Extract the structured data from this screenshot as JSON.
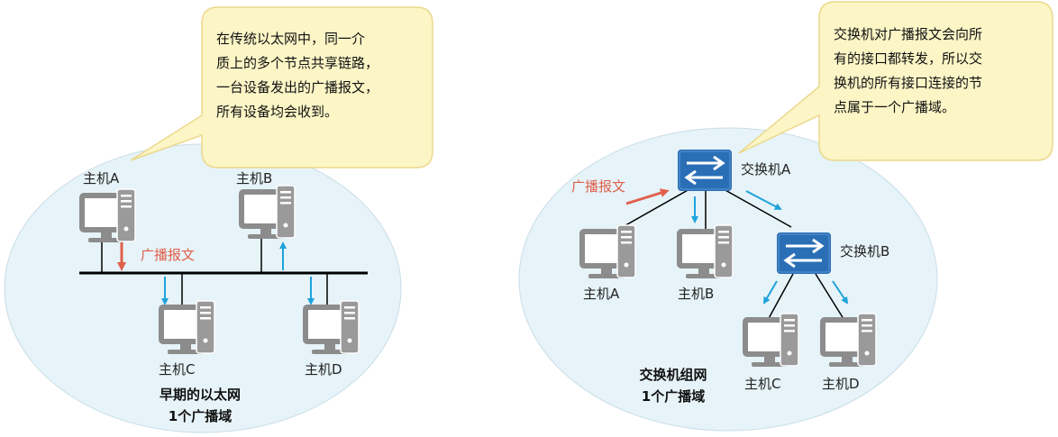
{
  "left": {
    "note": [
      "在传统以太网中，同一介",
      "质上的多个节点共享链路，",
      "一台设备发出的广播报文，",
      "所有设备均会收到。"
    ],
    "hosts": {
      "a": "主机A",
      "b": "主机B",
      "c": "主机C",
      "d": "主机D"
    },
    "broadcast_label": "广播报文",
    "caption": [
      "早期的以太网",
      "1个广播域"
    ]
  },
  "right": {
    "note": [
      "交换机对广播报文会向所",
      "有的接口都转发，所以交",
      "换机的所有接口连接的节",
      "点属于一个广播域。"
    ],
    "switches": {
      "a": "交换机A",
      "b": "交换机B"
    },
    "hosts": {
      "a": "主机A",
      "b": "主机B",
      "c": "主机C",
      "d": "主机D"
    },
    "broadcast_label": "广播报文",
    "caption": [
      "交换机组网",
      "1个广播域"
    ]
  },
  "colors": {
    "domain_fill": "#e6f3f8",
    "bubble_fill": "#fcf5c6",
    "bubble_stroke": "#ecd88c",
    "switch": "#2a6fb6",
    "arrow_blue": "#1ea3dc",
    "arrow_red": "#e0604c",
    "pc_gray": "#8c8c8c"
  }
}
